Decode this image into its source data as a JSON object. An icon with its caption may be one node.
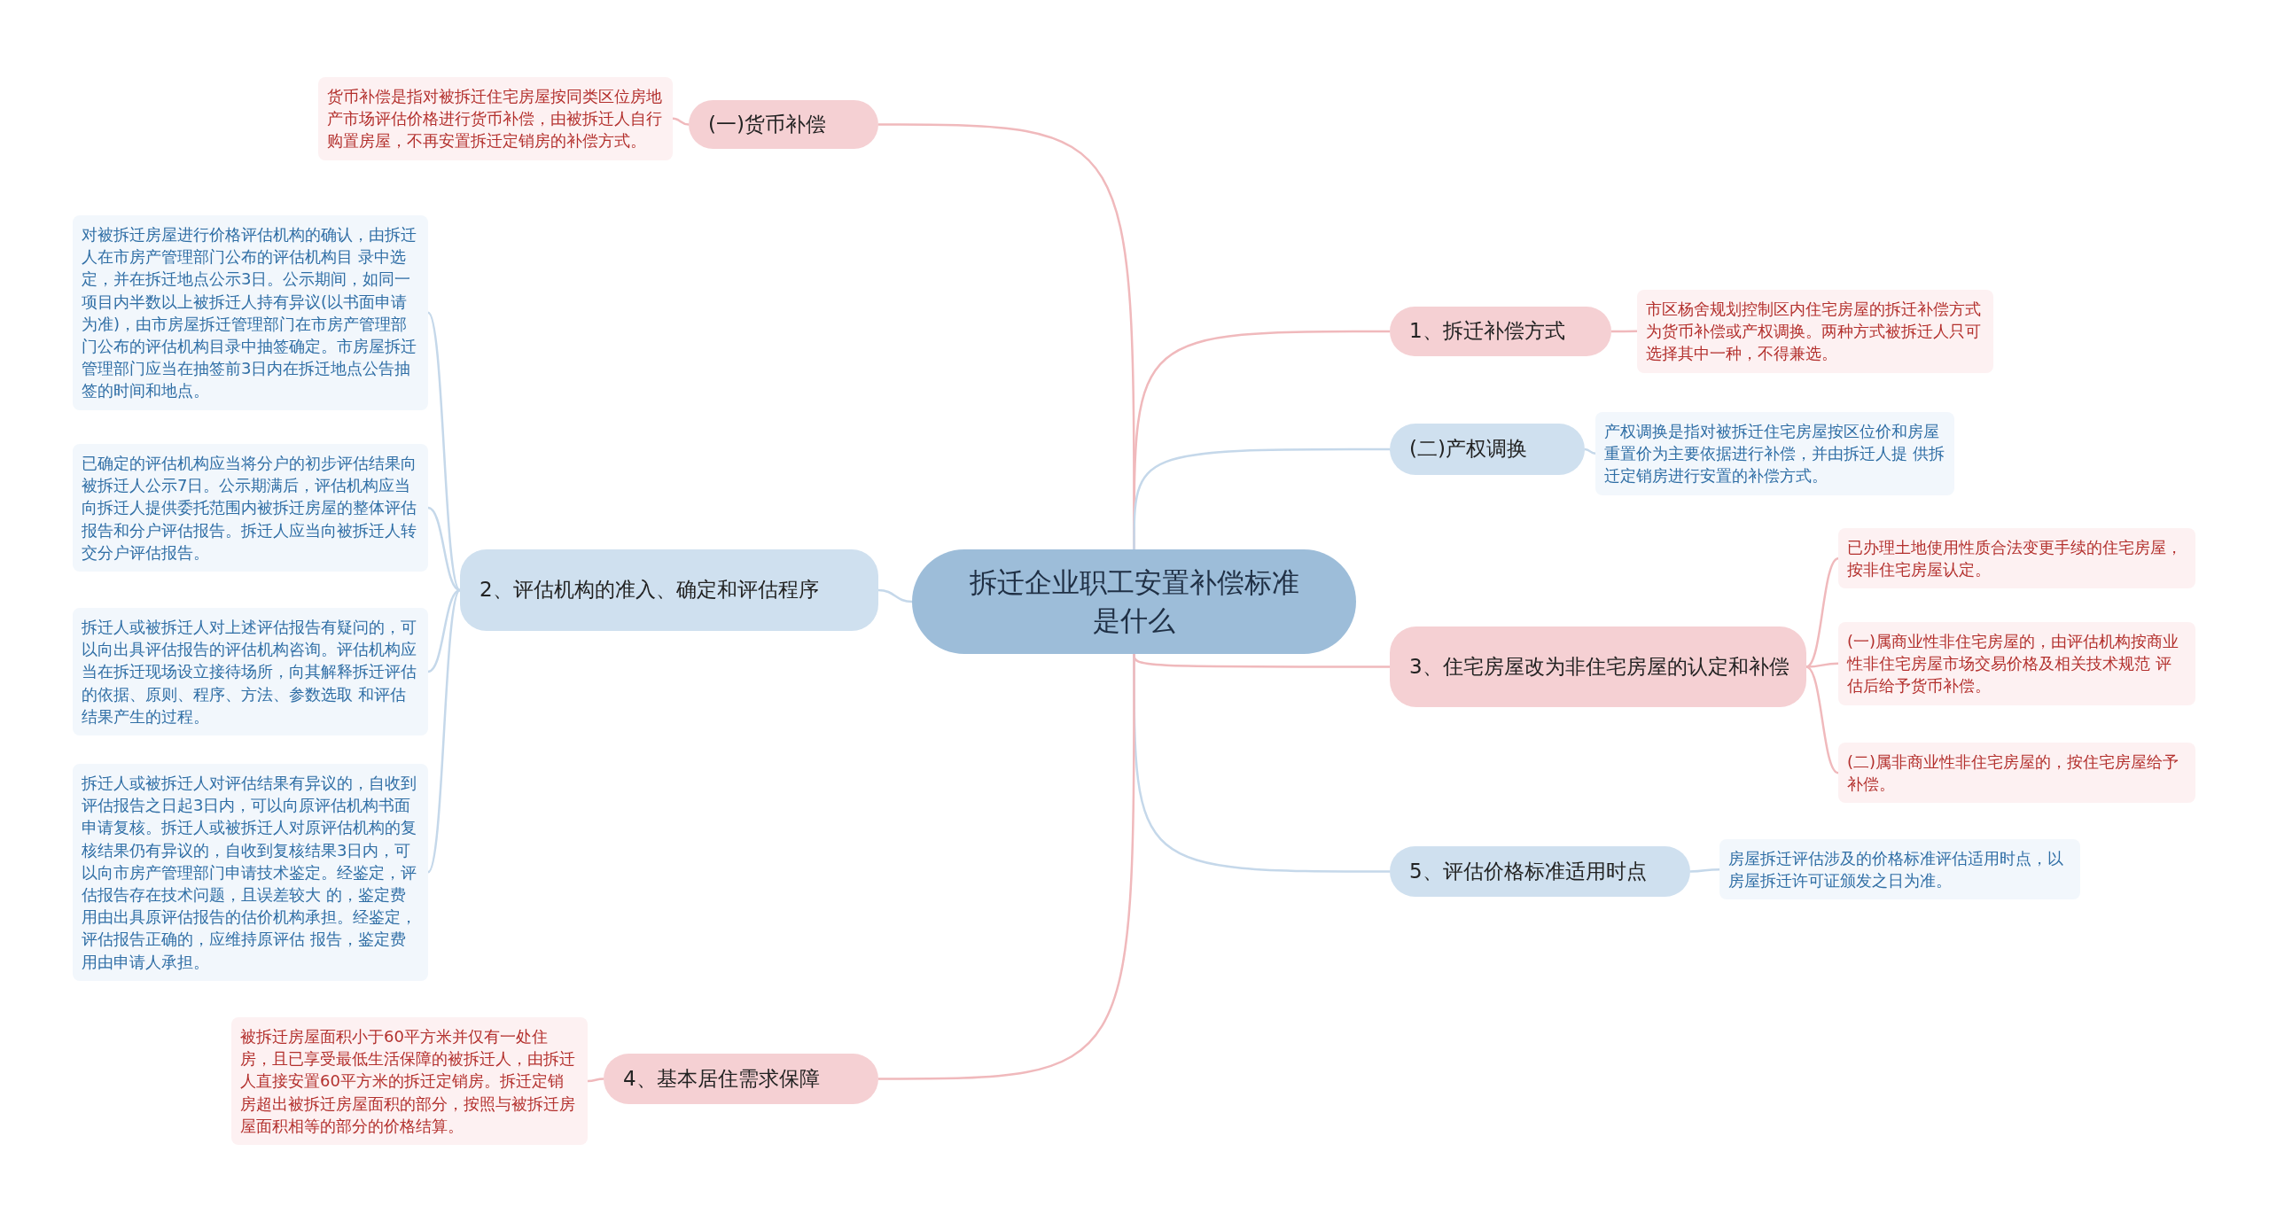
{
  "diagram": {
    "nodes": [
      {
        "text": [
          "拆迁企业职工安置补偿标准是什么"
        ]
      },
      {
        "text": [
          "(一)货币补偿"
        ]
      },
      {
        "text": [
          "货币补偿是指对被拆迁住宅房屋按同类区位房地产市场评估价格进行货币补偿，由被拆迁人自行购置房屋，不再安置拆迁定销房的补偿方式。"
        ]
      },
      {
        "text": [
          "1、拆迁补偿方式"
        ]
      },
      {
        "text": [
          "市区杨舍规划控制区内住宅房屋的拆迁补偿方式为货币补偿或产权调换。两种方式被拆迁人只可选择其中一种，不得兼选。"
        ]
      },
      {
        "text": [
          "(二)产权调换"
        ]
      },
      {
        "text": [
          "产权调换是指对被拆迁住宅房屋按区位价和房屋重置价为主要依据进行补偿，并由拆迁人提 供拆迁定销房进行安置的补偿方式。"
        ]
      },
      {
        "text": [
          "2、评估机构的准入、确定和评估程序"
        ]
      },
      {
        "text": [
          "对被拆迁房屋进行价格评估机构的确认，由拆迁人在市房产管理部门公布的评估机构目 录中选定，并在拆迁地点公示3日。公示期间，如同一项目内半数以上被拆迁人持有异议(以书面申请为准)，由市房屋拆迁管理部门在市房产管理部门公布的评估机构目录中抽签确定。市房屋拆迁管理部门应当在抽签前3日内在拆迁地点公告抽签的时间和地点。"
        ]
      },
      {
        "text": [
          "已确定的评估机构应当将分户的初步评估结果向被拆迁人公示7日。公示期满后，评估机构应当向拆迁人提供委托范围内被拆迁房屋的整体评估报告和分户评估报告。拆迁人应当向被拆迁人转交分户评估报告。"
        ]
      },
      {
        "text": [
          "拆迁人或被拆迁人对上述评估报告有疑问的，可以向出具评估报告的评估机构咨询。评估机构应当在拆迁现场设立接待场所，向其解释拆迁评估的依据、原则、程序、方法、参数选取 和评估结果产生的过程。"
        ]
      },
      {
        "text": [
          "拆迁人或被拆迁人对评估结果有异议的，自收到评估报告之日起3日内，可以向原评估机构书面申请复核。拆迁人或被拆迁人对原评估机构的复核结果仍有异议的，自收到复核结果3日内，可以向市房产管理部门申请技术鉴定。经鉴定，评估报告存在技术问题，且误差较大 的，鉴定费用由出具原评估报告的估价机构承担。经鉴定，评估报告正确的，应维持原评估 报告，鉴定费用由申请人承担。"
        ]
      },
      {
        "text": [
          "3、住宅房屋改为非住宅房屋的认定和补偿"
        ]
      },
      {
        "text": [
          "已办理土地使用性质合法变更手续的住宅房屋，按非住宅房屋认定。"
        ]
      },
      {
        "text": [
          "(一)属商业性非住宅房屋的，由评估机构按商业性非住宅房屋市场交易价格及相关技术规范 评估后给予货币补偿。"
        ]
      },
      {
        "text": [
          "(二)属非商业性非住宅房屋的，按住宅房屋给予补偿。"
        ]
      },
      {
        "text": [
          "5、评估价格标准适用时点"
        ]
      },
      {
        "text": [
          "房屋拆迁评估涉及的价格标准评估适用时点，以房屋拆迁许可证颁发之日为准。"
        ]
      },
      {
        "text": [
          "4、基本居住需求保障"
        ]
      },
      {
        "text": [
          "被拆迁房屋面积小于60平方米并仅有一处住房，且已享受最低生活保障的被拆迁人，由拆迁人直接安置60平方米的拆迁定销房。拆迁定销房超出被拆迁房屋面积的部分，按照与被拆迁房屋面积相等的部分的价格结算。"
        ]
      }
    ],
    "edges": [
      {
        "from": 0,
        "to": 1,
        "arrow": "none"
      },
      {
        "from": 1,
        "to": 2,
        "arrow": "none"
      },
      {
        "from": 0,
        "to": 3,
        "arrow": "none"
      },
      {
        "from": 3,
        "to": 4,
        "arrow": "none"
      },
      {
        "from": 0,
        "to": 5,
        "arrow": "none",
        "color": "#c5d8ea"
      },
      {
        "from": 5,
        "to": 6,
        "arrow": "none",
        "color": "#c5d8ea"
      },
      {
        "from": 0,
        "to": 7,
        "arrow": "none",
        "color": "#c5d8ea"
      },
      {
        "from": 7,
        "to": 8,
        "arrow": "none",
        "color": "#c5d8ea"
      },
      {
        "from": 7,
        "to": 9,
        "arrow": "none",
        "color": "#c5d8ea"
      },
      {
        "from": 7,
        "to": 10,
        "arrow": "none",
        "color": "#c5d8ea"
      },
      {
        "from": 7,
        "to": 11,
        "arrow": "none",
        "color": "#c5d8ea"
      },
      {
        "from": 0,
        "to": 12,
        "arrow": "none"
      },
      {
        "from": 12,
        "to": 13,
        "arrow": "none"
      },
      {
        "from": 12,
        "to": 14,
        "arrow": "none"
      },
      {
        "from": 12,
        "to": 15,
        "arrow": "none"
      },
      {
        "from": 0,
        "to": 16,
        "arrow": "none",
        "color": "#c5d8ea"
      },
      {
        "from": 16,
        "to": 17,
        "arrow": "none",
        "color": "#c5d8ea"
      },
      {
        "from": 0,
        "to": 18,
        "arrow": "none"
      },
      {
        "from": 18,
        "to": 19,
        "arrow": "none"
      }
    ]
  }
}
